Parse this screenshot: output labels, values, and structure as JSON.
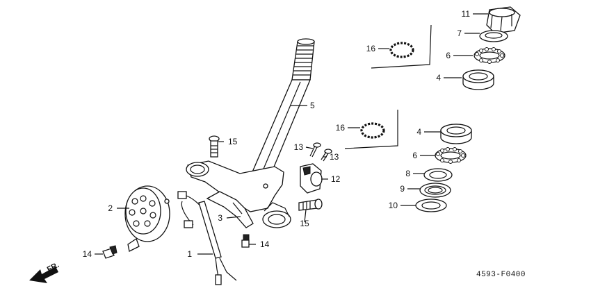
{
  "labels": {
    "p1": "1",
    "p2": "2",
    "p3": "3",
    "p4a": "4",
    "p4b": "4",
    "p5": "5",
    "p6a": "6",
    "p6b": "6",
    "p7": "7",
    "p8": "8",
    "p9": "9",
    "p10": "10",
    "p11": "11",
    "p12": "12",
    "p13a": "13",
    "p13b": "13",
    "p14a": "14",
    "p14b": "14",
    "p15a": "15",
    "p15b": "15",
    "p16a": "16",
    "p16b": "16"
  },
  "direction_label": "FR.",
  "diagram_code": "4593-F0400"
}
